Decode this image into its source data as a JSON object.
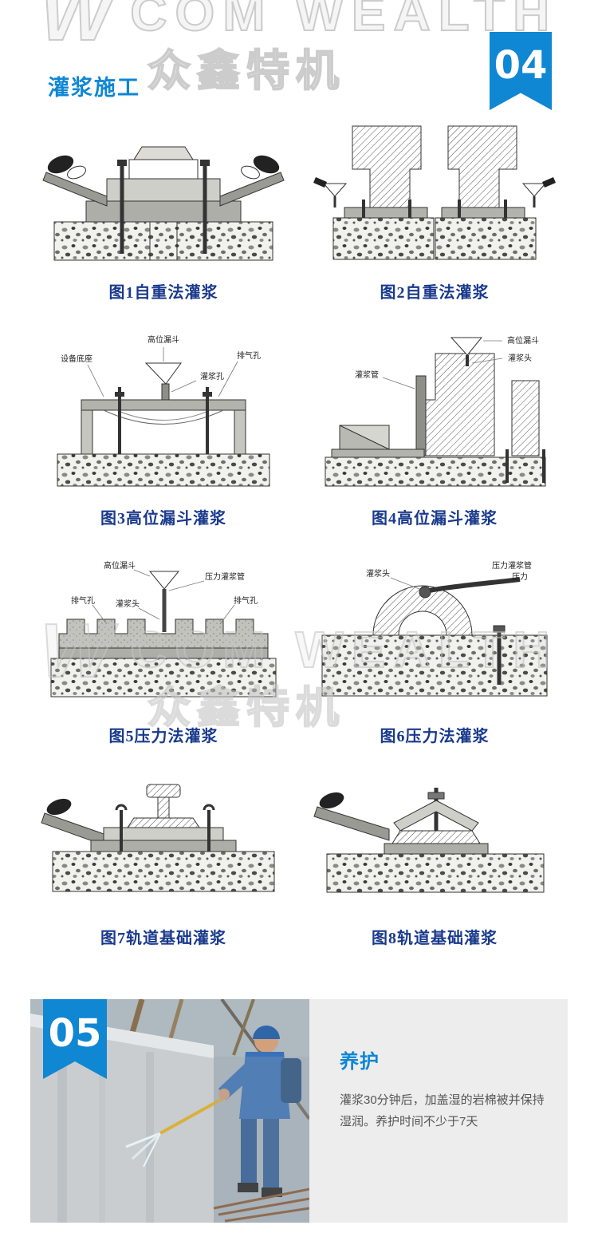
{
  "watermark": {
    "logo": "W",
    "line1": "COM WEALTH",
    "line2": "众鑫特机"
  },
  "header": {
    "title": "灌浆施工",
    "badge": "04",
    "accent_color": "#0f87d3",
    "caption_color": "#1a3a8c"
  },
  "figures": [
    {
      "caption": "图1自重法灌浆",
      "labels": []
    },
    {
      "caption": "图2自重法灌浆",
      "labels": []
    },
    {
      "caption": "图3高位漏斗灌浆",
      "labels": [
        "高位漏斗",
        "设备底座",
        "排气孔",
        "灌浆孔"
      ]
    },
    {
      "caption": "图4高位漏斗灌浆",
      "labels": [
        "高位漏斗",
        "灌浆头",
        "灌浆管"
      ]
    },
    {
      "caption": "图5压力法灌浆",
      "labels": [
        "高位漏斗",
        "压力灌浆管",
        "排气孔",
        "灌浆头",
        "排气孔"
      ]
    },
    {
      "caption": "图6压力法灌浆",
      "labels": [
        "灌浆头",
        "压力灌浆管",
        "压力"
      ]
    },
    {
      "caption": "图7轨道基础灌浆",
      "labels": []
    },
    {
      "caption": "图8轨道基础灌浆",
      "labels": []
    }
  ],
  "care": {
    "badge": "05",
    "title": "养护",
    "body": "灌浆30分钟后，加盖湿的岩棉被并保持湿润。养护时间不少于7天"
  }
}
